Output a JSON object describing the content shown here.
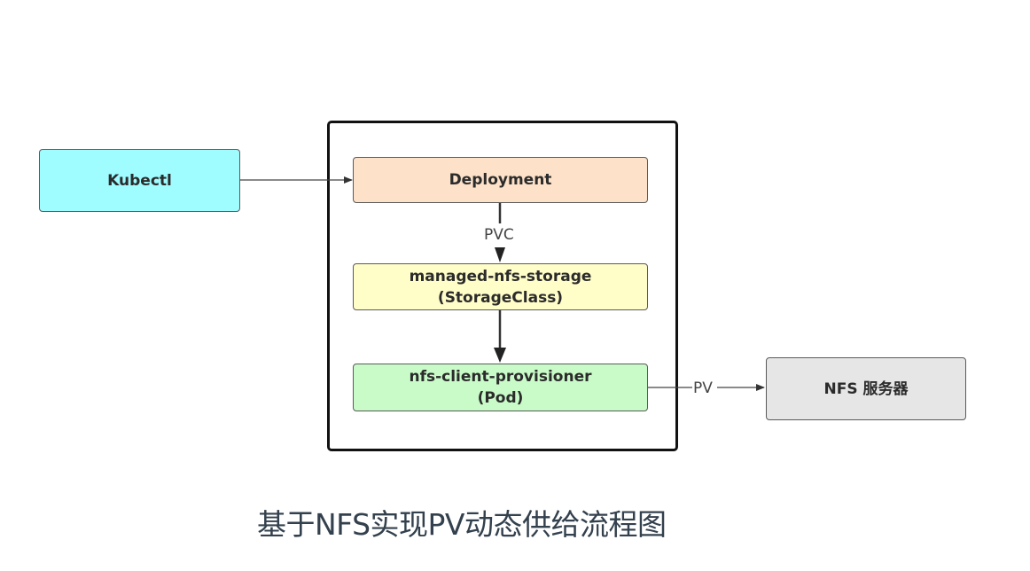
{
  "diagram": {
    "nodes": {
      "kubectl": {
        "label": "Kubectl",
        "color": "#9ffcff"
      },
      "deployment": {
        "label": "Deployment",
        "color": "#fde1c8"
      },
      "storageclass": {
        "line1": "managed-nfs-storage",
        "line2": "(StorageClass)",
        "color": "#fffdc8"
      },
      "provisioner": {
        "line1": "nfs-client-provisioner",
        "line2": "(Pod)",
        "color": "#c9fbc9"
      },
      "nfs_server": {
        "label": "NFS 服务器",
        "color": "#e6e6e6"
      }
    },
    "edges": [
      {
        "from": "kubectl",
        "to": "deployment",
        "label": ""
      },
      {
        "from": "deployment",
        "to": "storageclass",
        "label": "PVC"
      },
      {
        "from": "storageclass",
        "to": "provisioner",
        "label": ""
      },
      {
        "from": "provisioner",
        "to": "nfs_server",
        "label": "PV"
      }
    ],
    "caption": "基于NFS实现PV动态供给流程图"
  }
}
